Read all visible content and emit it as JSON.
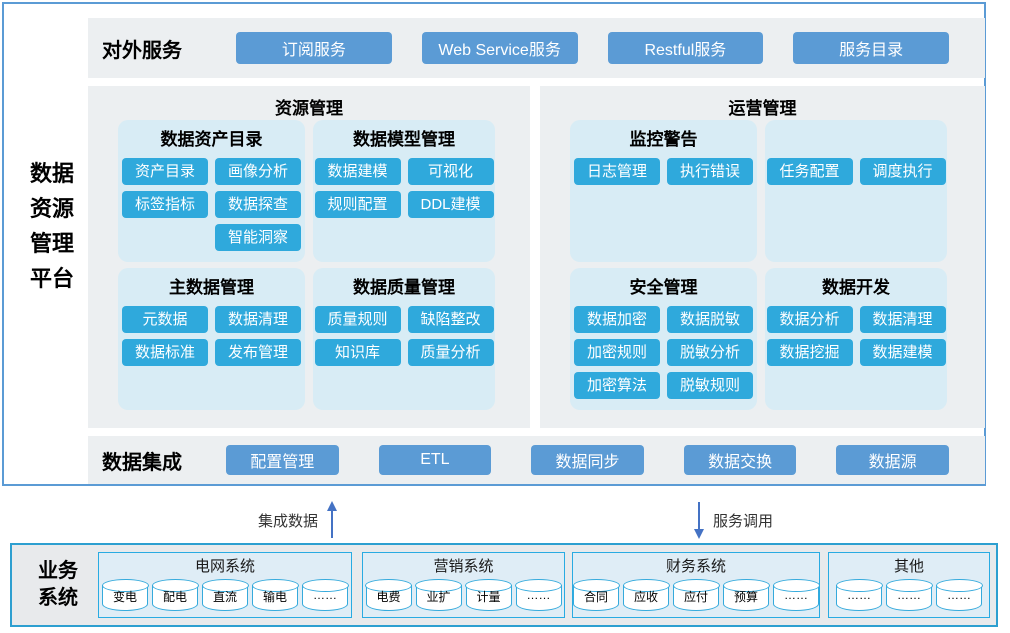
{
  "platform": {
    "title_lines": [
      "数据",
      "资源",
      "管理",
      "平台"
    ]
  },
  "external_services": {
    "label": "对外服务",
    "buttons": [
      "订阅服务",
      "Web Service服务",
      "Restful服务",
      "服务目录"
    ]
  },
  "resource_mgmt": {
    "title": "资源管理",
    "sections": [
      {
        "title": "数据资产目录",
        "rows": [
          [
            "资产目录",
            "画像分析"
          ],
          [
            "标签指标",
            "数据探查"
          ],
          [
            null,
            "智能洞察"
          ]
        ]
      },
      {
        "title": "数据模型管理",
        "rows": [
          [
            "数据建模",
            "可视化"
          ],
          [
            "规则配置",
            "DDL建模"
          ]
        ]
      },
      {
        "title": "主数据管理",
        "rows": [
          [
            "元数据",
            "数据清理"
          ],
          [
            "数据标准",
            "发布管理"
          ]
        ]
      },
      {
        "title": "数据质量管理",
        "rows": [
          [
            "质量规则",
            "缺陷整改"
          ],
          [
            "知识库",
            "质量分析"
          ]
        ]
      }
    ]
  },
  "operation_mgmt": {
    "title": "运营管理",
    "sections": [
      {
        "title": "监控警告",
        "rows": [
          [
            "日志管理",
            "执行错误"
          ]
        ]
      },
      {
        "title": "",
        "rows": [
          [
            "任务配置",
            "调度执行"
          ]
        ]
      },
      {
        "title": "安全管理",
        "rows": [
          [
            "数据加密",
            "数据脱敏"
          ],
          [
            "加密规则",
            "脱敏分析"
          ],
          [
            "加密算法",
            "脱敏规则"
          ]
        ]
      },
      {
        "title": "数据开发",
        "rows": [
          [
            "数据分析",
            "数据清理"
          ],
          [
            "数据挖掘",
            "数据建模"
          ]
        ]
      }
    ]
  },
  "data_integration": {
    "label": "数据集成",
    "buttons": [
      "配置管理",
      "ETL",
      "数据同步",
      "数据交换",
      "数据源"
    ]
  },
  "flows": {
    "up_label": "集成数据",
    "down_label": "服务调用"
  },
  "business_systems": {
    "label_lines": [
      "业务",
      "系统"
    ],
    "groups": [
      {
        "title": "电网系统",
        "items": [
          "变电",
          "配电",
          "直流",
          "输电",
          "……"
        ]
      },
      {
        "title": "营销系统",
        "items": [
          "电费",
          "业扩",
          "计量",
          "……"
        ]
      },
      {
        "title": "财务系统",
        "items": [
          "合同",
          "应收",
          "应付",
          "预算",
          "……"
        ]
      },
      {
        "title": "其他",
        "items": [
          "……",
          "……",
          "……"
        ]
      }
    ]
  },
  "colors": {
    "outer_border": "#5B9BD5",
    "band_bg": "#ECEFF1",
    "subpanel_bg": "#D8ECF5",
    "small_button": "#2FA9DC",
    "big_button": "#5B9BD5",
    "arrow": "#4472C4",
    "business_bg": "#E8EAEC",
    "business_border": "#2D9FD0",
    "group_border": "#29ABE2",
    "group_bg": "#DFEDF6"
  }
}
